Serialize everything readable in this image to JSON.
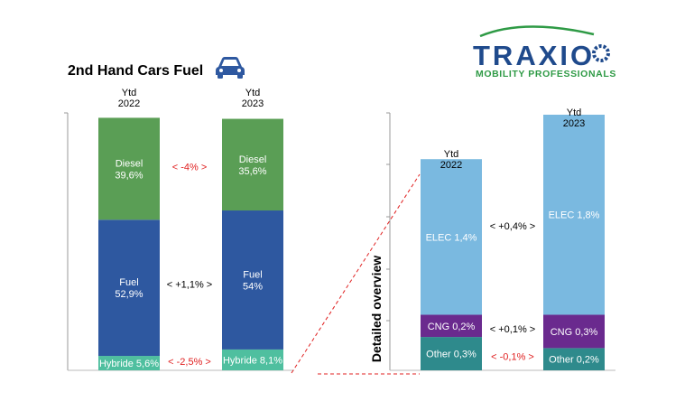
{
  "title": "2nd Hand Cars Fuel",
  "logo": {
    "name": "TRAXIO",
    "tagline": "MOBILITY PROFESSIONALS"
  },
  "icons": {
    "car": "car-icon"
  },
  "colors": {
    "diesel": "#5a9e55",
    "fuel": "#2e58a0",
    "hybride": "#4fbf9f",
    "elec": "#7ab9e0",
    "cng": "#6a2a8e",
    "other": "#2e8a8c",
    "negative": "#e02020",
    "neutral": "#000000"
  },
  "chart_data": [
    {
      "type": "bar",
      "stacked": true,
      "categories": [
        "Ytd\n2022",
        "Ytd\n2023"
      ],
      "series": [
        {
          "name": "Hybride",
          "values": [
            5.6,
            8.1
          ],
          "labels": [
            "Hybride 5,6%",
            "Hybride 8,1%"
          ]
        },
        {
          "name": "Fuel",
          "values": [
            52.9,
            54
          ],
          "labels": [
            "Fuel\n52,9%",
            "Fuel\n54%"
          ]
        },
        {
          "name": "Diesel",
          "values": [
            39.6,
            35.6
          ],
          "labels": [
            "Diesel\n39,6%",
            "Diesel\n35,6%"
          ]
        }
      ],
      "deltas": [
        {
          "segment": "Diesel",
          "text": "<  -4%  >",
          "negative": true
        },
        {
          "segment": "Fuel",
          "text": "<  +1,1%  >",
          "negative": false
        },
        {
          "segment": "Hybride",
          "text": "<  -2,5%  >",
          "negative": true
        }
      ],
      "ylim": [
        0,
        100
      ]
    },
    {
      "type": "bar",
      "stacked": true,
      "ylabel": "Detailed overview",
      "categories": [
        "Ytd\n2022",
        "Ytd\n2023"
      ],
      "series": [
        {
          "name": "Other",
          "values": [
            0.3,
            0.2
          ],
          "labels": [
            "Other 0,3%",
            "Other 0,2%"
          ]
        },
        {
          "name": "CNG",
          "values": [
            0.2,
            0.3
          ],
          "labels": [
            "CNG 0,2%",
            "CNG 0,3%"
          ]
        },
        {
          "name": "ELEC",
          "values": [
            1.4,
            1.8
          ],
          "labels": [
            "ELEC 1,4%",
            "ELEC 1,8%"
          ]
        }
      ],
      "deltas": [
        {
          "segment": "ELEC",
          "text": "<  +0,4%  >",
          "negative": false
        },
        {
          "segment": "CNG",
          "text": "<  +0,1%  >",
          "negative": false
        },
        {
          "segment": "Other",
          "text": "<  -0,1%  >",
          "negative": true
        }
      ],
      "ylim": [
        0,
        2.3
      ]
    }
  ]
}
